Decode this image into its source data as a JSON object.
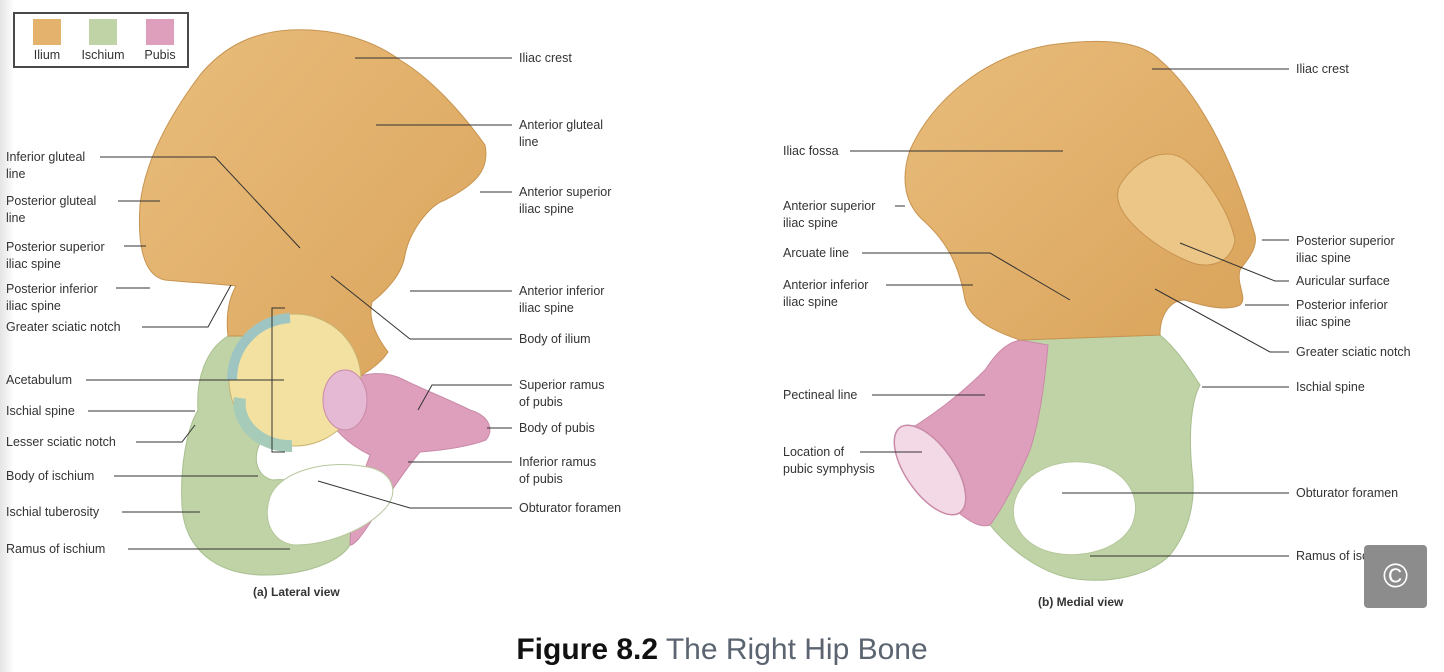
{
  "legend": [
    {
      "name": "Ilium",
      "color": "#e4b26c"
    },
    {
      "name": "Ischium",
      "color": "#bfd3a6"
    },
    {
      "name": "Pubis",
      "color": "#de9fbd"
    }
  ],
  "lateral": {
    "caption": "(a) Lateral view",
    "left_labels": [
      {
        "l1": "Inferior gluteal",
        "l2": "line"
      },
      {
        "l1": "Posterior gluteal",
        "l2": "line"
      },
      {
        "l1": "Posterior superior",
        "l2": "iliac spine"
      },
      {
        "l1": "Posterior inferior",
        "l2": "iliac spine"
      },
      {
        "l1": "Greater sciatic notch",
        "l2": ""
      },
      {
        "l1": "Acetabulum",
        "l2": ""
      },
      {
        "l1": "Ischial spine",
        "l2": ""
      },
      {
        "l1": "Lesser sciatic notch",
        "l2": ""
      },
      {
        "l1": "Body of ischium",
        "l2": ""
      },
      {
        "l1": "Ischial tuberosity",
        "l2": ""
      },
      {
        "l1": "Ramus of ischium",
        "l2": ""
      }
    ],
    "right_labels": [
      {
        "l1": "Iliac crest",
        "l2": ""
      },
      {
        "l1": "Anterior gluteal",
        "l2": "line"
      },
      {
        "l1": "Anterior superior",
        "l2": "iliac spine"
      },
      {
        "l1": "Anterior inferior",
        "l2": "iliac spine"
      },
      {
        "l1": "Body of ilium",
        "l2": ""
      },
      {
        "l1": "Superior ramus",
        "l2": "of pubis"
      },
      {
        "l1": "Body of pubis",
        "l2": ""
      },
      {
        "l1": "Inferior ramus",
        "l2": "of pubis"
      },
      {
        "l1": "Obturator foramen",
        "l2": ""
      }
    ]
  },
  "medial": {
    "caption": "(b) Medial view",
    "left_labels": [
      {
        "l1": "Iliac fossa",
        "l2": ""
      },
      {
        "l1": "Anterior superior",
        "l2": "iliac spine"
      },
      {
        "l1": "Arcuate line",
        "l2": ""
      },
      {
        "l1": "Anterior inferior",
        "l2": "iliac spine"
      },
      {
        "l1": "Pectineal line",
        "l2": ""
      },
      {
        "l1": "Location of",
        "l2": "pubic symphysis"
      }
    ],
    "right_labels": [
      {
        "l1": "Iliac crest",
        "l2": ""
      },
      {
        "l1": "Posterior superior",
        "l2": "iliac spine"
      },
      {
        "l1": "Auricular surface",
        "l2": ""
      },
      {
        "l1": "Posterior inferior",
        "l2": "iliac spine"
      },
      {
        "l1": "Greater sciatic notch",
        "l2": ""
      },
      {
        "l1": "Ischial spine",
        "l2": ""
      },
      {
        "l1": "Obturator foramen",
        "l2": ""
      },
      {
        "l1": "Ramus of ischium",
        "l2": ""
      }
    ]
  },
  "figure": {
    "number": "Figure 8.2",
    "title": "The Right Hip Bone"
  },
  "copyright_icon": "copyright-icon"
}
